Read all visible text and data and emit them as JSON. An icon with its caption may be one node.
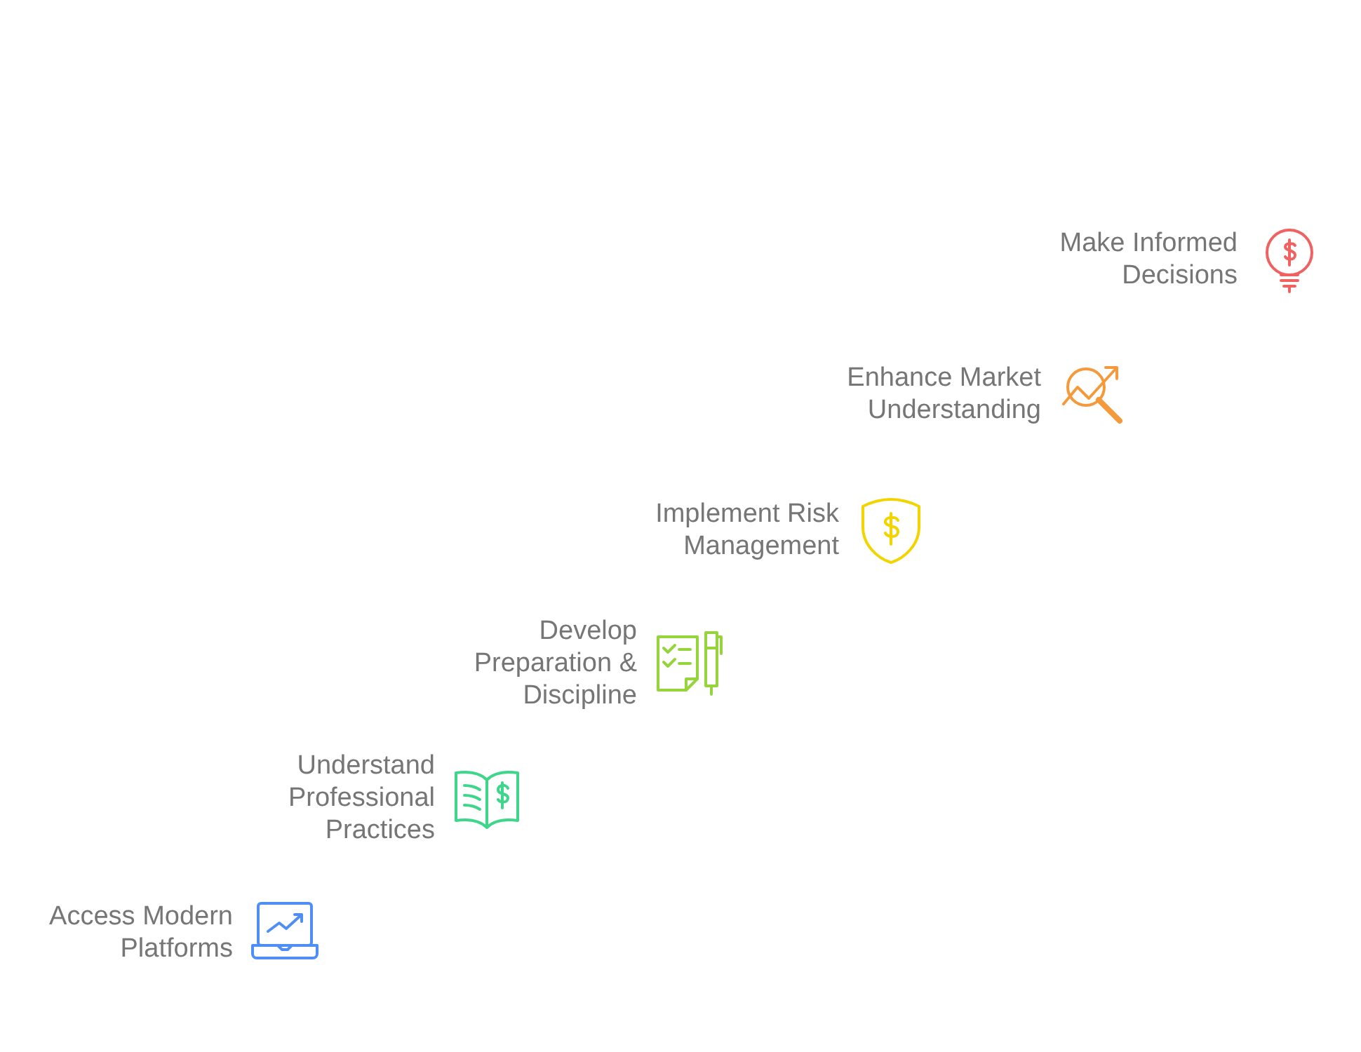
{
  "diagram": {
    "nodes": [
      {
        "text": [
          "Make Informed Decisions"
        ]
      },
      {
        "text": [
          "Enhance Market Understanding"
        ]
      },
      {
        "text": [
          "Implement Risk Management"
        ]
      },
      {
        "text": [
          "Develop Preparation & Discipline"
        ]
      },
      {
        "text": [
          "Understand Professional Practices"
        ]
      },
      {
        "text": [
          "Access Modern Platforms"
        ]
      }
    ]
  }
}
